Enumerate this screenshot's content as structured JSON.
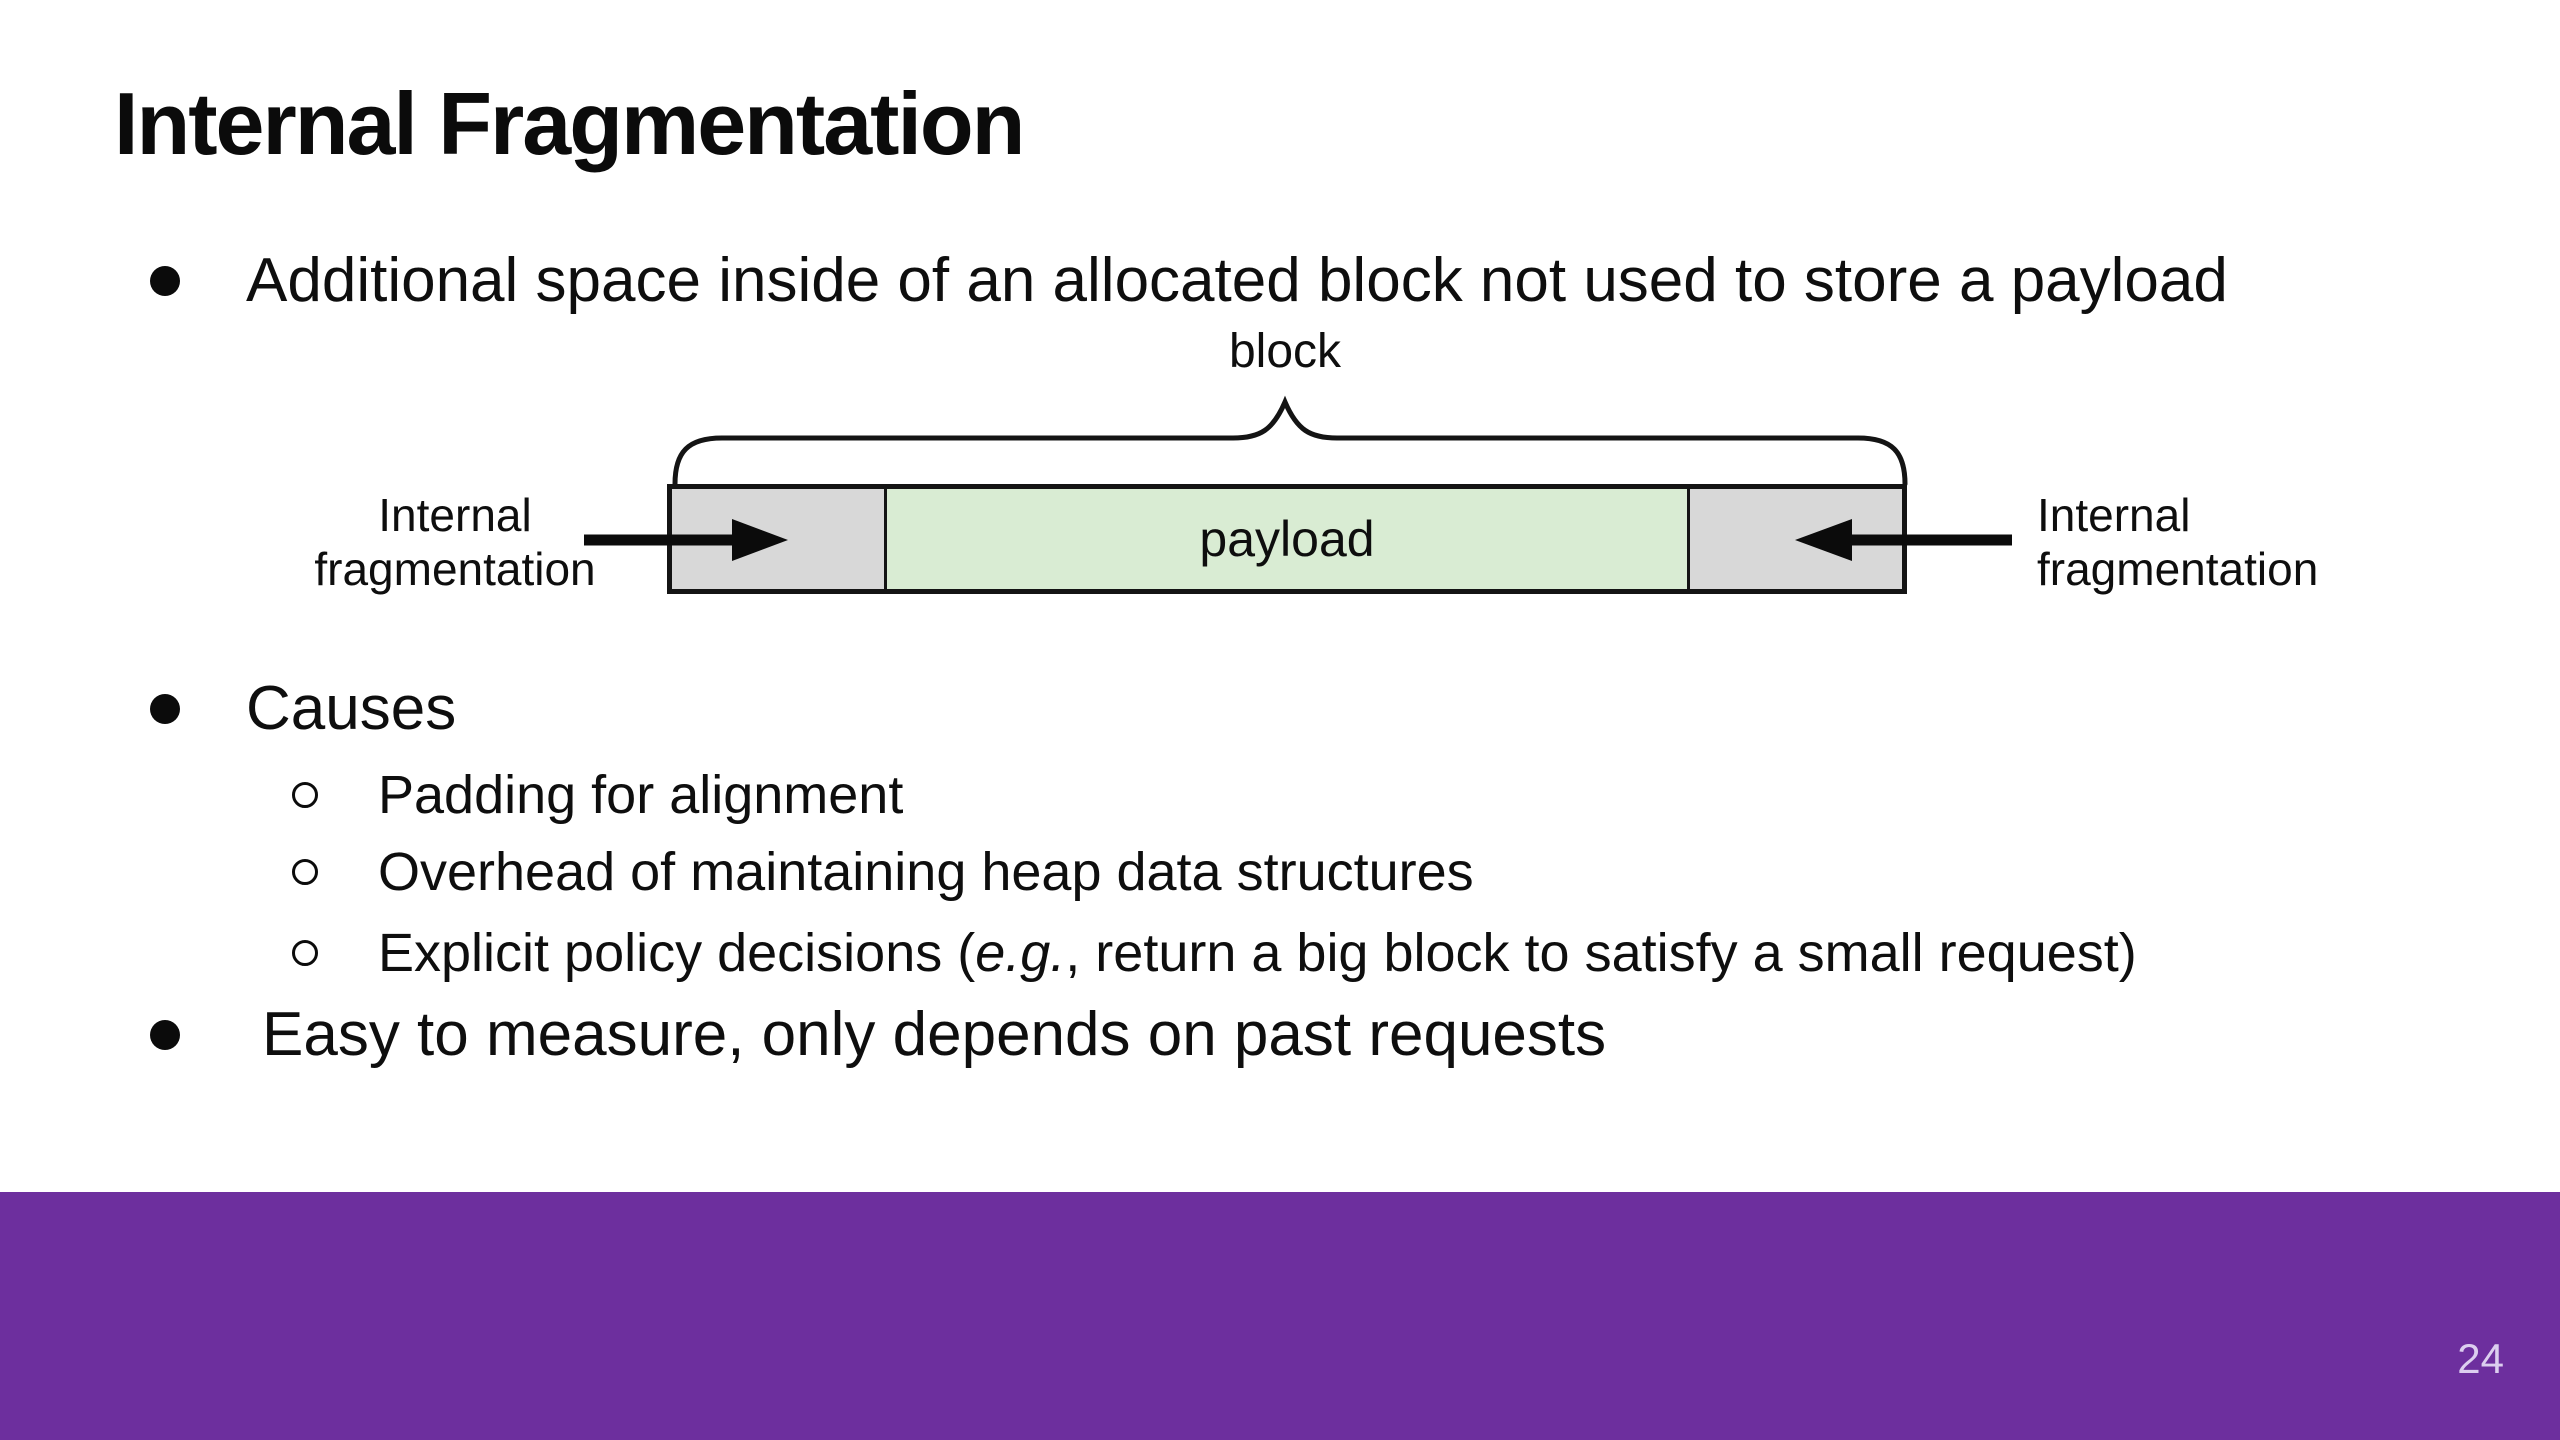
{
  "slide": {
    "title": "Internal Fragmentation",
    "bullets": [
      {
        "level": 1,
        "text": "Additional space inside of an allocated block not used to store a payload"
      },
      {
        "level": 1,
        "text": "Causes"
      },
      {
        "level": 2,
        "text": "Padding for alignment"
      },
      {
        "level": 2,
        "text": "Overhead of maintaining heap data structures"
      },
      {
        "level": 2,
        "prefix": "Explicit policy decisions (",
        "italic": "e.g.",
        "suffix": ", return a big block to satisfy a small request)"
      },
      {
        "level": 1,
        "text": "Easy to measure, only depends on past requests"
      }
    ],
    "diagram": {
      "block_label": "block",
      "payload_label": "payload",
      "left_label": {
        "line1": "Internal",
        "line2": "fragmentation"
      },
      "right_label": {
        "line1": "Internal",
        "line2": "fragmentation"
      }
    },
    "footer": {
      "page_number": "24"
    },
    "colors": {
      "footer_purple": "#6d2f9e",
      "payload_green": "#d9ecd3",
      "fragmentation_gray": "#d8d8d8",
      "text_black": "#0e0e0e",
      "page_number_text": "#dcceef"
    }
  }
}
